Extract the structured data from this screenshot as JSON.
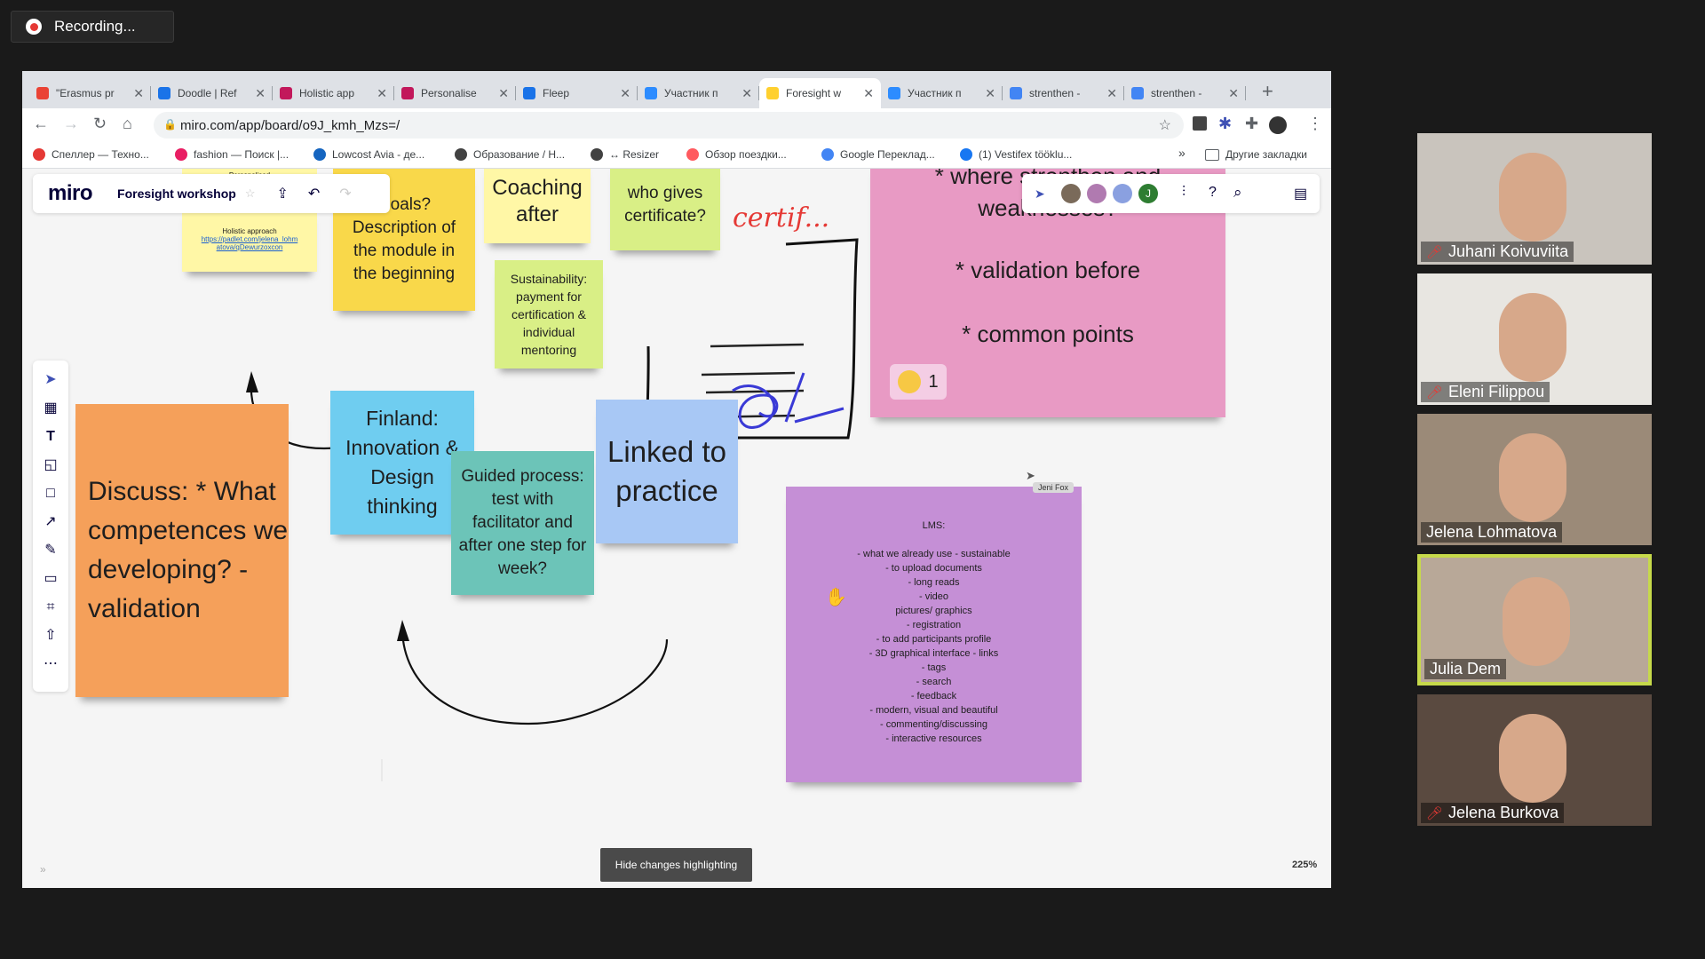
{
  "recording": {
    "label": "Recording..."
  },
  "browser": {
    "tabs": [
      {
        "title": "\"Erasmus pr",
        "icon": "gmail-icon",
        "color": "#ea4335"
      },
      {
        "title": "Doodle | Ref",
        "icon": "doodle-icon",
        "color": "#1a73e8"
      },
      {
        "title": "Holistic app",
        "icon": "padlet-icon",
        "color": "#c2185b"
      },
      {
        "title": "Personalise",
        "icon": "padlet-icon",
        "color": "#c2185b"
      },
      {
        "title": "Fleep",
        "icon": "fleep-icon",
        "color": "#1a73e8"
      },
      {
        "title": "Участник п",
        "icon": "zoom-icon",
        "color": "#2d8cff"
      },
      {
        "title": "Foresight w",
        "icon": "miro-icon",
        "color": "#ffd02f",
        "active": true
      },
      {
        "title": "Участник п",
        "icon": "zoom-icon",
        "color": "#2d8cff"
      },
      {
        "title": "strenthen -",
        "icon": "google-icon",
        "color": "#4285f4"
      },
      {
        "title": "strenthen -",
        "icon": "google-icon",
        "color": "#4285f4"
      }
    ],
    "url": "miro.com/app/board/o9J_kmh_Mzs=/",
    "bookmarks": [
      {
        "label": "Спеллер — Техно...",
        "color": "#e53935"
      },
      {
        "label": "fashion — Поиск |...",
        "color": "#e91e63"
      },
      {
        "label": "Lowcost Avia - де...",
        "color": "#1565c0"
      },
      {
        "label": "Образование / Н...",
        "color": "#424242"
      },
      {
        "label": "↔ Resizer",
        "color": "#424242"
      },
      {
        "label": "Обзор поездки...",
        "color": "#ff5a5f"
      },
      {
        "label": "Google Переклад...",
        "color": "#4285f4"
      },
      {
        "label": "(1) Vestifex tööklu...",
        "color": "#1877f2"
      }
    ],
    "bookmarks_overflow": "»",
    "other_bookmarks": "Другие закладки"
  },
  "miro": {
    "logo": "miro",
    "board_name": "Foresight workshop",
    "hide_changes": "Hide changes highlighting",
    "zoom": "225%",
    "cursor_label": "Jeni Fox"
  },
  "notes": {
    "personalised_small": "Personalised",
    "holistic_small": "Holistic approach",
    "holistic_link": "https://padlet.com/jelena_lohmatova/qDewurzoxcon",
    "goals": "Goals? Description of the module in the beginning",
    "coaching": "Coaching after",
    "who_gives": "who gives certificate?",
    "sustainability": "Sustainability: payment for certification & individual mentoring",
    "handwriting": "certif...",
    "pink_top": "* where strenthen and weaknesses?",
    "pink_validation": "* validation before",
    "pink_common": "* common points",
    "reaction_count": "1",
    "discuss": "Discuss: * What competences we developing? - validation",
    "finland": "Finland: Innovation & Design thinking",
    "guided": "Guided process: test with facilitator and after one step for week?",
    "linked": "Linked to practice",
    "lms_title": "LMS:",
    "lms_items": [
      "- what we already use - sustainable",
      "- to upload documents",
      "- long reads",
      "- video",
      "pictures/ graphics",
      "- registration",
      "- to add participants profile",
      "- 3D graphical interface - links",
      "- tags",
      "- search",
      "- feedback",
      "- modern, visual and beautiful",
      "- commenting/discussing",
      "- interactive resources"
    ]
  },
  "participants": [
    {
      "name": "Juhani Koivuviita",
      "muted": true
    },
    {
      "name": "Eleni Filippou",
      "muted": true
    },
    {
      "name": "Jelena Lohmatova",
      "muted": false
    },
    {
      "name": "Julia Dem",
      "muted": false,
      "speaking": true
    },
    {
      "name": "Jelena Burkova",
      "muted": true
    }
  ],
  "colors": {
    "note_yellow": "#f9d84a",
    "note_lightyellow": "#fff7a6",
    "note_green": "#d9ef86",
    "note_pink": "#e89ac4",
    "note_orange": "#f5a05a",
    "note_blue": "#6fcdf0",
    "note_teal": "#6cc4b8",
    "note_lightblue": "#a8c8f5",
    "note_purple": "#c58fd6",
    "speaking_border": "#c6d94a"
  }
}
